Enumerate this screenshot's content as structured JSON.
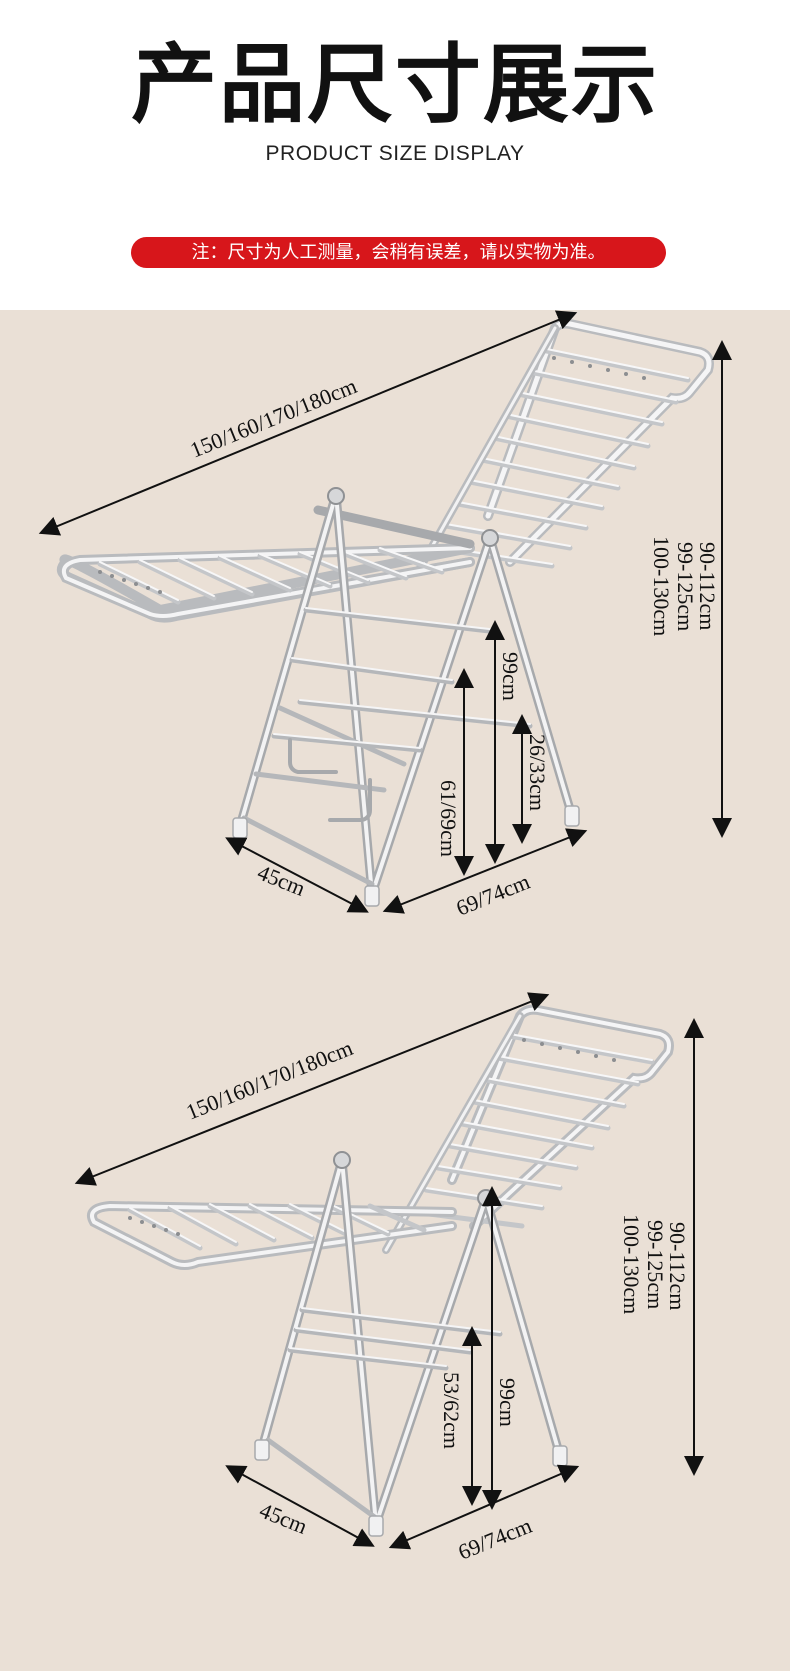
{
  "header": {
    "title": "产品尺寸展示",
    "subtitle": "PRODUCT SIZE DISPLAY",
    "notice": "注：尺寸为人工测量，会稍有误差，请以实物为准。"
  },
  "colors": {
    "background_panel": "#eae0d6",
    "notice_bg": "#d7161b",
    "metal_light": "#f4f4f5",
    "metal_dark": "#a9abae"
  },
  "figure_top": {
    "length_label": "150/160/170/180cm",
    "height_labels": [
      "90-112cm",
      "99-125cm",
      "100-130cm"
    ],
    "mid_height_label": "99cm",
    "lower_height_label": "61/69cm",
    "shelf_gap_label": "26/33cm",
    "depth_label": "45cm",
    "width_label": "69/74cm"
  },
  "figure_bottom": {
    "length_label": "150/160/170/180cm",
    "height_labels": [
      "90-112cm",
      "99-125cm",
      "100-130cm"
    ],
    "mid_height_label": "99cm",
    "lower_height_label": "53/62cm",
    "depth_label": "45cm",
    "width_label": "69/74cm"
  }
}
